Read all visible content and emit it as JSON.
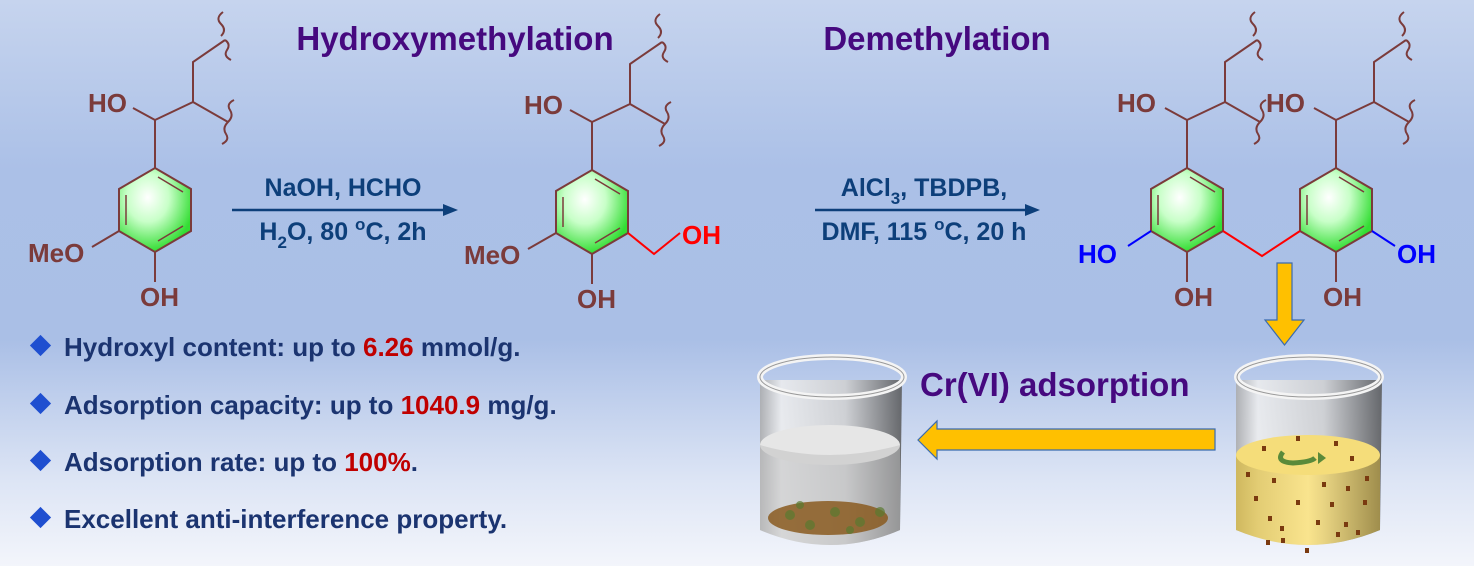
{
  "titles": {
    "step1": "Hydroxymethylation",
    "step2": "Demethylation",
    "adsorption": "Cr(VI) adsorption"
  },
  "reaction1": {
    "above": "NaOH, HCHO",
    "below": {
      "pre": "H",
      "sub": "2",
      "mid": "O, 80 ",
      "sup": "o",
      "post": "C, 2h"
    }
  },
  "reaction2": {
    "above": {
      "pre": "AlCl",
      "sub": "3",
      "post": ", TBDPB,"
    },
    "below": {
      "pre": "DMF, 115 ",
      "sup": "o",
      "post": "C, 20 h"
    }
  },
  "labels": {
    "ho": "HO",
    "oh": "OH",
    "meo": "MeO"
  },
  "bullets": [
    {
      "before": "Hydroxyl content: up to ",
      "highlight": "6.26",
      "after": " mmol/g."
    },
    {
      "before": "Adsorption capacity: up to ",
      "highlight": "1040.9",
      "after": " mg/g."
    },
    {
      "before": "Adsorption rate: up to ",
      "highlight": "100%",
      "after": "."
    },
    {
      "before": "Excellent anti-interference property.",
      "highlight": "",
      "after": ""
    }
  ],
  "colors": {
    "title": "#46097f",
    "text": "#1b3470",
    "highlight": "#c00000",
    "bond": "#7b3b3b",
    "ring": "#33dd33",
    "arrow": "#ffc000"
  }
}
